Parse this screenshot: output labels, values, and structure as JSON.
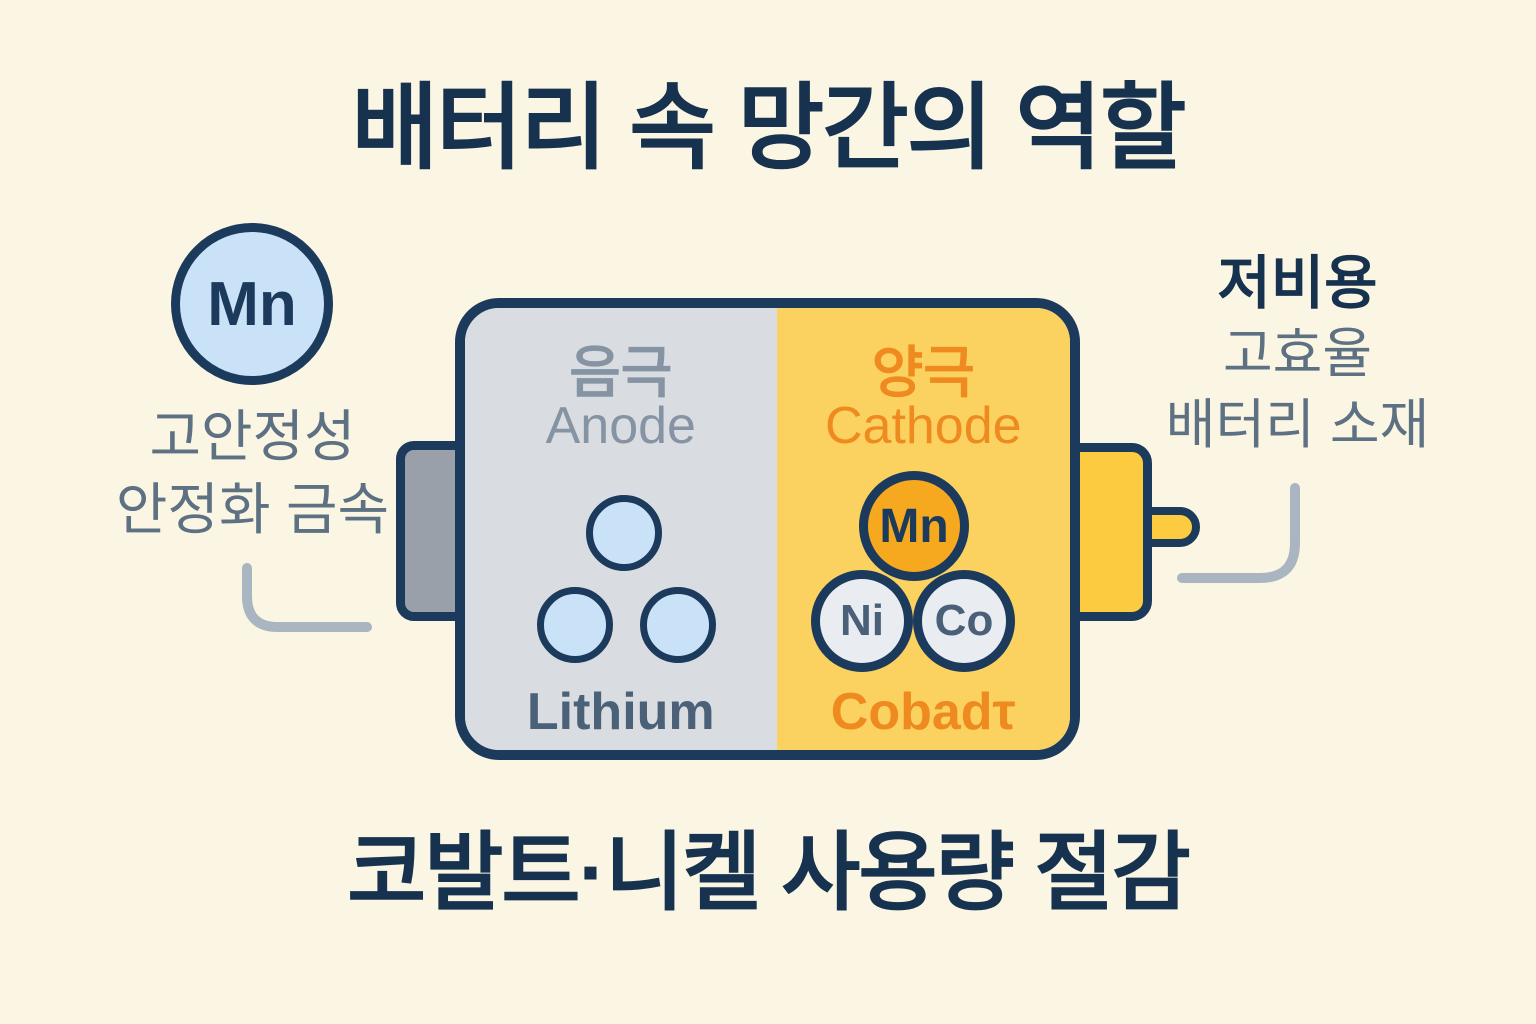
{
  "title": "배터리 속 망간의 역할",
  "left_badge": {
    "symbol": "Mn",
    "caption_line1": "고안정성",
    "caption_line2": "안정화 금속"
  },
  "battery": {
    "anode": {
      "label_ko": "음극",
      "label_en": "Anode",
      "material_label": "Lithium"
    },
    "cathode": {
      "label_ko": "양극",
      "label_en": "Cathode",
      "element_mn": "Mn",
      "element_ni": "Ni",
      "element_co": "Co",
      "material_label": "Cobadτ"
    }
  },
  "right_note": {
    "line1": "저비용",
    "line2": "고효율",
    "line3": "배터리 소재"
  },
  "footer": "코발트·니켈 사용량 절감",
  "colors": {
    "background": "#FBF6E4",
    "navy_border": "#1B3A5C",
    "title_text": "#17324E",
    "slate_text": "#5D7183",
    "muted_gray_text": "#8593A3",
    "orange_text": "#EE8A1F",
    "anode_bg": "#D9DDE2",
    "cathode_bg": "#FBD25F",
    "mn_circle_fill": "#F6A81E",
    "ni_co_circle_fill": "#E9EDF1",
    "lithium_circle_fill": "#C9E2F8",
    "left_badge_fill": "#C9E2F8",
    "terminal_gray": "#99A0AA",
    "terminal_yellow": "#FCCB40",
    "connector_line": "#A9B5C1"
  }
}
